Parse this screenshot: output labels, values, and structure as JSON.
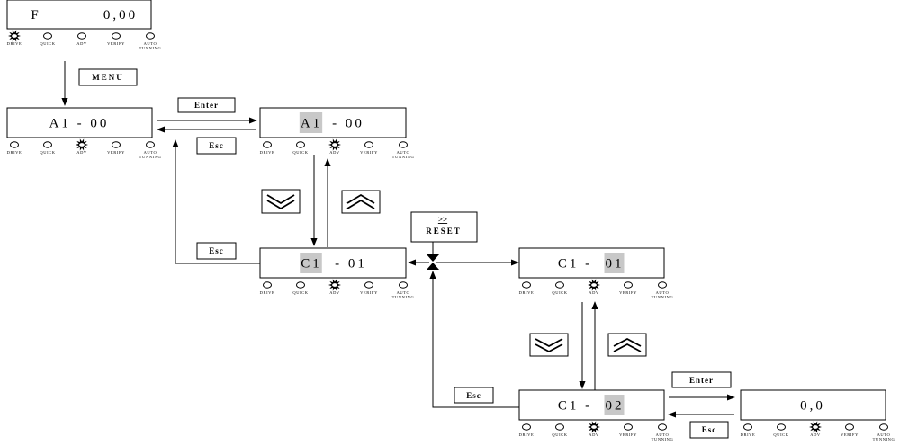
{
  "colors": {
    "line": "#000000",
    "highlight": "#c8c8c8",
    "background": "#ffffff"
  },
  "led_labels": [
    "DRIVE",
    "QUICK",
    "ADV",
    "VERIFY",
    "AUTO",
    "TUNNING"
  ],
  "displays": [
    {
      "id": "disp-start",
      "segments": [
        {
          "text": "F",
          "hl": false
        },
        {
          "text": "0,00",
          "hl": false
        }
      ],
      "active_led": "DRIVE"
    },
    {
      "id": "disp-a1-left",
      "segments": [
        {
          "text": "A1 - 00",
          "hl": false
        }
      ],
      "active_led": "ADV"
    },
    {
      "id": "disp-a1-edit",
      "segments": [
        {
          "text": "A1",
          "hl": true
        },
        {
          "text": " - 00",
          "hl": false
        }
      ],
      "active_led": "ADV"
    },
    {
      "id": "disp-c1-01",
      "segments": [
        {
          "text": "C1",
          "hl": true
        },
        {
          "text": " - 01",
          "hl": false
        }
      ],
      "active_led": "ADV"
    },
    {
      "id": "disp-c1-01-edit",
      "segments": [
        {
          "text": "C1 - ",
          "hl": false
        },
        {
          "text": "01",
          "hl": true
        }
      ],
      "active_led": "ADV"
    },
    {
      "id": "disp-c1-02",
      "segments": [
        {
          "text": "C1 - ",
          "hl": false
        },
        {
          "text": "02",
          "hl": true
        }
      ],
      "active_led": "ADV"
    },
    {
      "id": "disp-value",
      "segments": [
        {
          "text": "0,0",
          "hl": false
        }
      ],
      "active_led": "ADV"
    }
  ],
  "buttons": {
    "menu": "MENU",
    "enter_top": "Enter",
    "esc_top": "Esc",
    "esc_left": "Esc",
    "reset_top": ">>",
    "reset_bottom": "RESET",
    "esc_bottom": "Esc",
    "enter_bottom": "Enter",
    "esc_bottom_right": "Esc"
  },
  "icons": {
    "down": "chevron-down-icon",
    "up": "chevron-up-icon"
  }
}
